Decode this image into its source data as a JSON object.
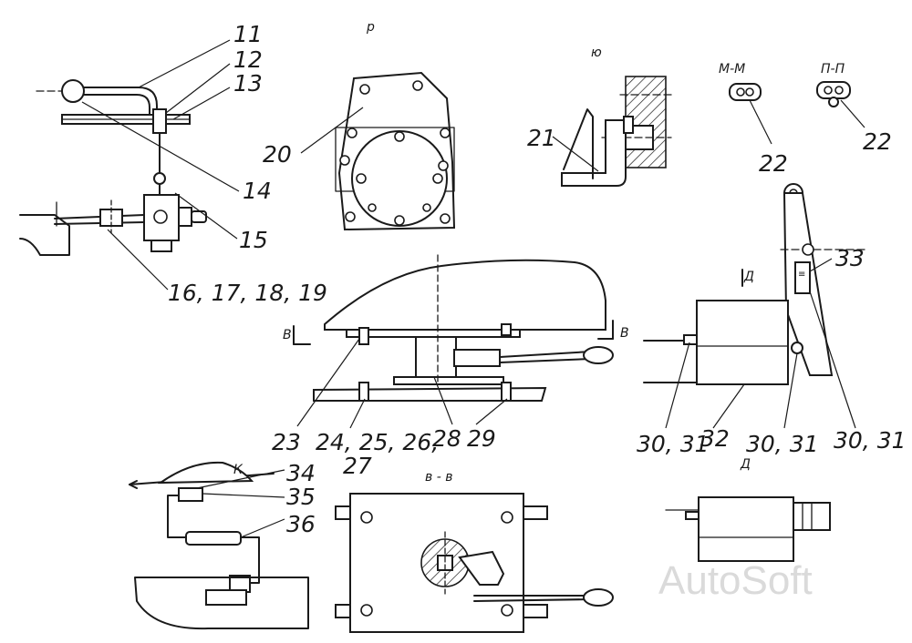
{
  "labels": {
    "n11": "11",
    "n12": "12",
    "n13": "13",
    "n14": "14",
    "n15": "15",
    "n16_19": "16, 17, 18, 19",
    "n20": "20",
    "n21": "21",
    "n22a": "22",
    "n22b": "22",
    "n23": "23",
    "n24_27_a": "24, 25, 26,",
    "n24_27_b": "27",
    "n28": "28",
    "n29": "29",
    "n30_31_a": "30, 31",
    "n32": "32",
    "n30_31_b": "30, 31",
    "n30_31_c": "30, 31",
    "n33": "33",
    "n34": "34",
    "n35": "35",
    "n36": "36"
  },
  "sections": {
    "r": "р",
    "yu": "ю",
    "mm": "М-М",
    "pp": "П-П",
    "d_mark": "Д",
    "d_view": "Д",
    "v_left": "В",
    "v_right": "В",
    "k": "К",
    "vv": "в - в"
  },
  "watermark": "AutoSoft"
}
